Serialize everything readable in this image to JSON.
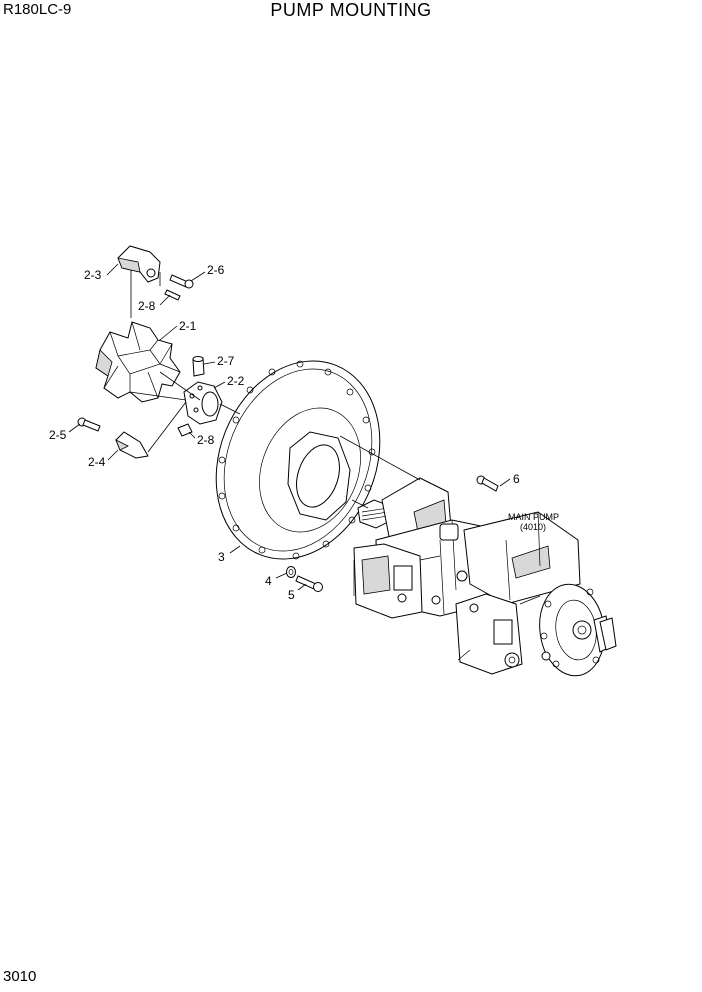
{
  "header": {
    "model": "R180LC-9",
    "title": "PUMP MOUNTING"
  },
  "footer": {
    "page_number": "3010"
  },
  "callouts": {
    "c2_3": "2-3",
    "c2_6": "2-6",
    "c2_8a": "2-8",
    "c2_1": "2-1",
    "c2_7": "2-7",
    "c2_2": "2-2",
    "c2_5": "2-5",
    "c2_8b": "2-8",
    "c2_4": "2-4",
    "c3": "3",
    "c4": "4",
    "c5": "5",
    "c6": "6"
  },
  "main_pump": {
    "label": "MAIN PUMP",
    "ref": "(4010)"
  }
}
